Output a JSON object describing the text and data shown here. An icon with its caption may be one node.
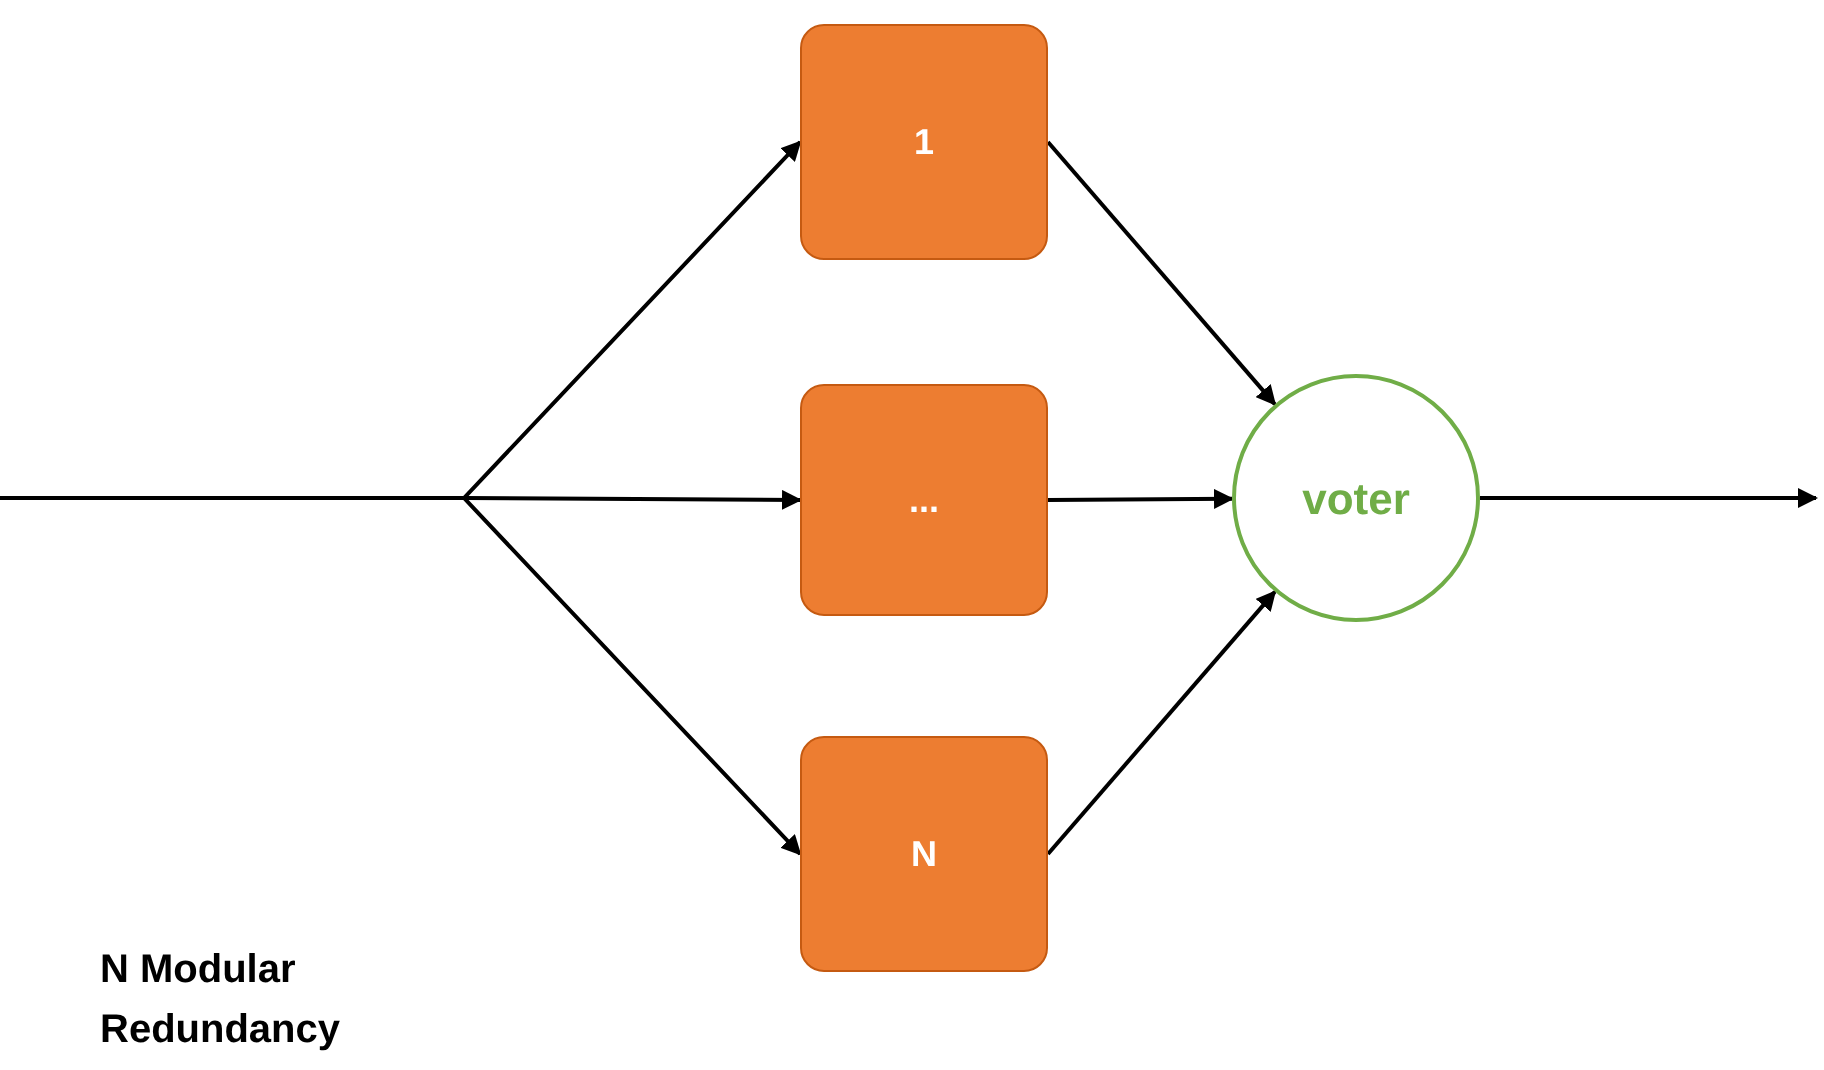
{
  "diagram": {
    "caption": "N Modular Redundancy",
    "nodes": [
      {
        "text": [
          "1"
        ]
      },
      {
        "text": [
          "..."
        ]
      },
      {
        "text": [
          "N"
        ]
      },
      {
        "text": [
          "voter"
        ]
      }
    ],
    "edges": [
      {
        "from": null,
        "to": 0,
        "arrow": "to"
      },
      {
        "from": null,
        "to": 1,
        "arrow": "to"
      },
      {
        "from": null,
        "to": 2,
        "arrow": "to"
      },
      {
        "from": 0,
        "to": 3,
        "arrow": "to"
      },
      {
        "from": 1,
        "to": 3,
        "arrow": "to"
      },
      {
        "from": 2,
        "to": 3,
        "arrow": "to"
      },
      {
        "from": 3,
        "to": null,
        "arrow": "to"
      }
    ]
  }
}
